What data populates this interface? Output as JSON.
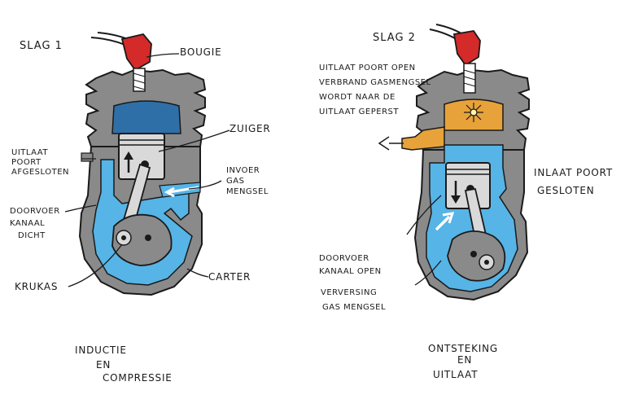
{
  "stroke1": {
    "title": "SLAG 1",
    "labels": {
      "bougie": "BOUGIE",
      "zuiger": "ZUIGER",
      "uitlaat_l1": "UITLAAT",
      "uitlaat_l2": "POORT",
      "uitlaat_l3": "AFGESLOTEN",
      "invoer_l1": "INVOER",
      "invoer_l2": "GAS",
      "invoer_l3": "MENGSEL",
      "doorvoer_l1": "DOORVOER",
      "doorvoer_l2": "KANAAL",
      "doorvoer_l3": "DICHT",
      "krukas": "KRUKAS",
      "carter": "CARTER"
    },
    "caption": [
      "INDUCTIE",
      "EN",
      "COMPRESSIE"
    ]
  },
  "stroke2": {
    "title": "SLAG 2",
    "labels": {
      "uitlaat_l1": "UITLAAT POORT OPEN",
      "uitlaat_l2": "VERBRAND GASMENGSEL",
      "uitlaat_l3": "WORDT NAAR DE",
      "uitlaat_l4": "UITLAAT GEPERST",
      "inlaat_l1": "INLAAT POORT",
      "inlaat_l2": "GESLOTEN",
      "doorvoer_l1": "DOORVOER",
      "doorvoer_l2": "KANAAL OPEN",
      "verversing_l1": "VERVERSING",
      "verversing_l2": "GAS MENGSEL"
    },
    "caption": [
      "ONTSTEKING",
      "EN",
      "UITLAAT"
    ]
  },
  "colors": {
    "engine_gray": "#8a8a8a",
    "gas_blue": "#56b4e6",
    "chamber_blue": "#2f6fa8",
    "exhaust_orange": "#e8a23a",
    "plug_red": "#d42a2a",
    "outline": "#1a1a1a"
  }
}
